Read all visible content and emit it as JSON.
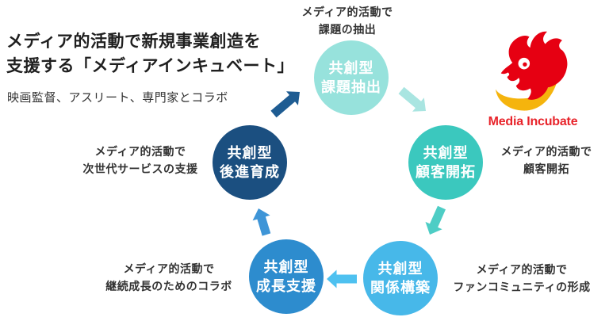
{
  "header": {
    "title_line1": "メディア的活動で新規事業創造を",
    "title_line2": "支援する「メディアインキュベート」",
    "subtitle": "映画監督、アスリート、専門家とコラボ"
  },
  "logo": {
    "text": "Media Incubate",
    "text_color": "#E8232A",
    "flame_color": "#E60012",
    "crescent_color": "#F5B40D"
  },
  "cycle": {
    "steps": [
      {
        "name": "co-creation-issue-extraction",
        "circle_line1": "共創型",
        "circle_line2": "課題抽出",
        "color": "#97E2DC",
        "annotation_line1": "メディア的活動で",
        "annotation_line2": "課題の抽出"
      },
      {
        "name": "co-creation-customer-development",
        "circle_line1": "共創型",
        "circle_line2": "顧客開拓",
        "color": "#3BC8BE",
        "annotation_line1": "メディア的活動で",
        "annotation_line2": "顧客開拓"
      },
      {
        "name": "co-creation-relationship-building",
        "circle_line1": "共創型",
        "circle_line2": "関係構築",
        "color": "#47B8E9",
        "annotation_line1": "メディア的活動で",
        "annotation_line2": "ファンコミュニティの形成"
      },
      {
        "name": "co-creation-growth-support",
        "circle_line1": "共創型",
        "circle_line2": "成長支援",
        "color": "#2D8CCE",
        "annotation_line1": "メディア的活動で",
        "annotation_line2": "継続成長のためのコラボ"
      },
      {
        "name": "co-creation-mentoring",
        "circle_line1": "共創型",
        "circle_line2": "後進育成",
        "color": "#1B4F80",
        "annotation_line1": "メディア的活動で",
        "annotation_line2": "次世代サービスの支援"
      }
    ],
    "arrows": [
      {
        "name": "arrow-issues-to-customers",
        "color": "#A9E5E1"
      },
      {
        "name": "arrow-customers-to-relations",
        "color": "#4ECDC5"
      },
      {
        "name": "arrow-relations-to-growth",
        "color": "#4EC1F0"
      },
      {
        "name": "arrow-growth-to-mentoring",
        "color": "#3E95D7"
      },
      {
        "name": "arrow-mentoring-to-issues",
        "color": "#1E5C92"
      }
    ]
  }
}
